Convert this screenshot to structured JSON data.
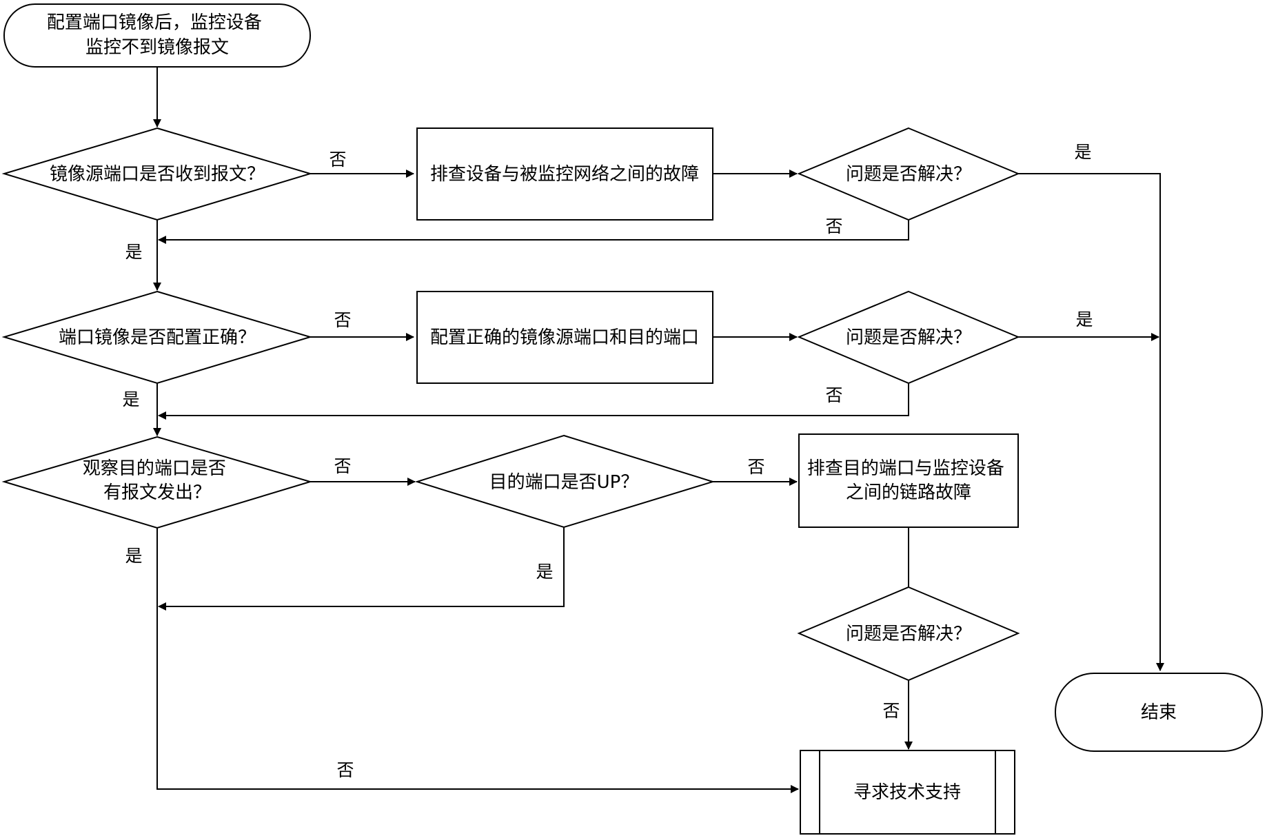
{
  "nodes": {
    "start": {
      "lines": [
        "配置端口镜像后，监控设备",
        "监控不到镜像报文"
      ]
    },
    "d_src_receive": {
      "lines": [
        "镜像源端口是否收到报文？"
      ]
    },
    "p_check_network": {
      "lines": [
        "排查设备与被监控网络之间的故障"
      ]
    },
    "d_resolved_1": {
      "lines": [
        "问题是否解决？"
      ]
    },
    "d_config_ok": {
      "lines": [
        "端口镜像是否配置正确？"
      ]
    },
    "p_config_ports": {
      "lines": [
        "配置正确的镜像源端口和目的端口"
      ]
    },
    "d_resolved_2": {
      "lines": [
        "问题是否解决？"
      ]
    },
    "d_dest_out": {
      "lines": [
        "观察目的端口是否",
        "有报文发出？"
      ]
    },
    "d_dest_up": {
      "lines": [
        "目的端口是否UP？"
      ]
    },
    "p_check_link": {
      "lines": [
        "排查目的端口与监控设备",
        "之间的链路故障"
      ]
    },
    "d_resolved_3": {
      "lines": [
        "问题是否解决？"
      ]
    },
    "end": {
      "lines": [
        "结束"
      ]
    },
    "support": {
      "lines": [
        "寻求技术支持"
      ]
    }
  },
  "edge_labels": {
    "src_no": "否",
    "res1_yes": "是",
    "res1_no": "否",
    "src_yes": "是",
    "config_no": "否",
    "res2_yes": "是",
    "res2_no": "否",
    "config_yes": "是",
    "dest_out_no": "否",
    "dest_up_no": "否",
    "dest_up_yes": "是",
    "dest_out_yes": "是",
    "res3_no": "否",
    "to_support_no": "否"
  }
}
